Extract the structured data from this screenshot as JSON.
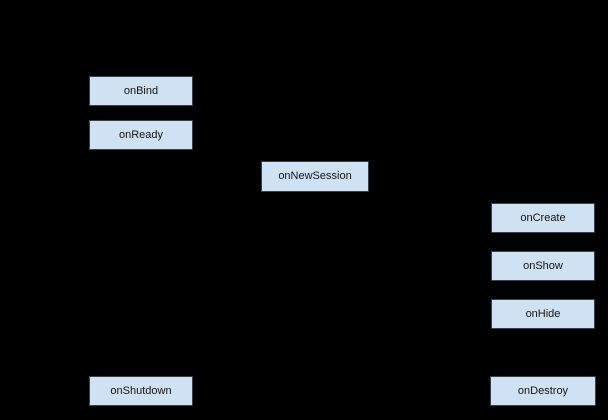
{
  "diagram": {
    "type": "lifecycle-flowchart",
    "background_color": "#000000",
    "node_fill_color": "#cfe2f3",
    "node_border_color": "#37404d",
    "node_text_color": "#141414",
    "nodes": [
      {
        "id": "onBind",
        "label": "onBind"
      },
      {
        "id": "onReady",
        "label": "onReady"
      },
      {
        "id": "onNewSession",
        "label": "onNewSession"
      },
      {
        "id": "onCreate",
        "label": "onCreate"
      },
      {
        "id": "onShow",
        "label": "onShow"
      },
      {
        "id": "onHide",
        "label": "onHide"
      },
      {
        "id": "onShutdown",
        "label": "onShutdown"
      },
      {
        "id": "onDestroy",
        "label": "onDestroy"
      }
    ]
  }
}
